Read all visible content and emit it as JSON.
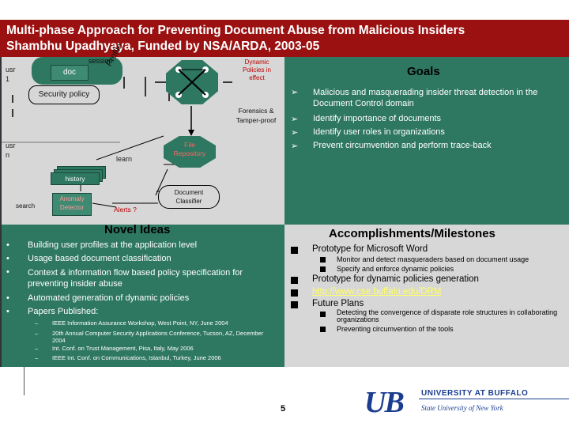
{
  "title": {
    "line1": "Multi-phase Approach for Preventing Document Abuse from Malicious Insiders",
    "line2": "Shambhu Upadhyaya, Funded by NSA/ARDA, 2003-05"
  },
  "diagram": {
    "usr1": "usr\n1",
    "usrn": "usr\nn",
    "session": "session",
    "doc": "doc",
    "profile": "Profile",
    "security_policy": "Security policy",
    "dynamic_policies": "Dynamic\nPolicies in\neffect",
    "forensics": "Forensics &\nTamper-proof",
    "file_repository": "File\nRepository",
    "learn": "learn",
    "history": "history",
    "search": "search",
    "anomaly_detector": "Anomaly\nDetector",
    "alerts": "Alerts ?",
    "document_classifier": "Document\nClassifier"
  },
  "goals": {
    "heading": "Goals",
    "items": [
      "Malicious and masquerading insider threat detection in the Document Control domain",
      "Identify importance of documents",
      "Identify user roles in organizations",
      "Prevent circumvention and perform trace-back"
    ]
  },
  "novel_ideas": {
    "heading": "Novel Ideas",
    "items": [
      "Building user profiles at the application level",
      "Usage based document classification",
      "Context & information flow based policy specification for preventing insider abuse",
      "Automated generation of dynamic policies",
      "Papers Published:"
    ],
    "papers": [
      "IEEE Information Assurance Workshop, West Point, NY, June 2004",
      "20th Annual Computer Security Applications Conference, Tucson, AZ, December 2004",
      "Int. Conf. on Trust Management, Pisa, Italy, May 2006",
      "IEEE Int. Conf. on Communications, Istanbul, Turkey, June 2006"
    ]
  },
  "accomplishments": {
    "heading": "Accomplishments/Milestones",
    "item1": "Prototype for Microsoft Word",
    "item1_sub": [
      "Monitor and detect masqueraders based on document usage",
      "Specify and enforce dynamic policies"
    ],
    "item2": "Prototype for dynamic policies generation",
    "item3": "http://www.cse.buffalo.edu/DRM",
    "item4": "Future Plans",
    "item4_sub": [
      "Detecting the convergence of disparate role structures in collaborating organizations",
      "Preventing circumvention of the tools"
    ]
  },
  "page_number": "5",
  "logo": {
    "mark": "UB",
    "line1": "UNIVERSITY AT BUFFALO",
    "line2": "State University of New York"
  },
  "colors": {
    "title_bg": "#9b1111",
    "panel_green": "#2e7760",
    "panel_gray": "#d7d7d7",
    "link": "#ffff66",
    "logo_blue": "#1a3d8f"
  }
}
